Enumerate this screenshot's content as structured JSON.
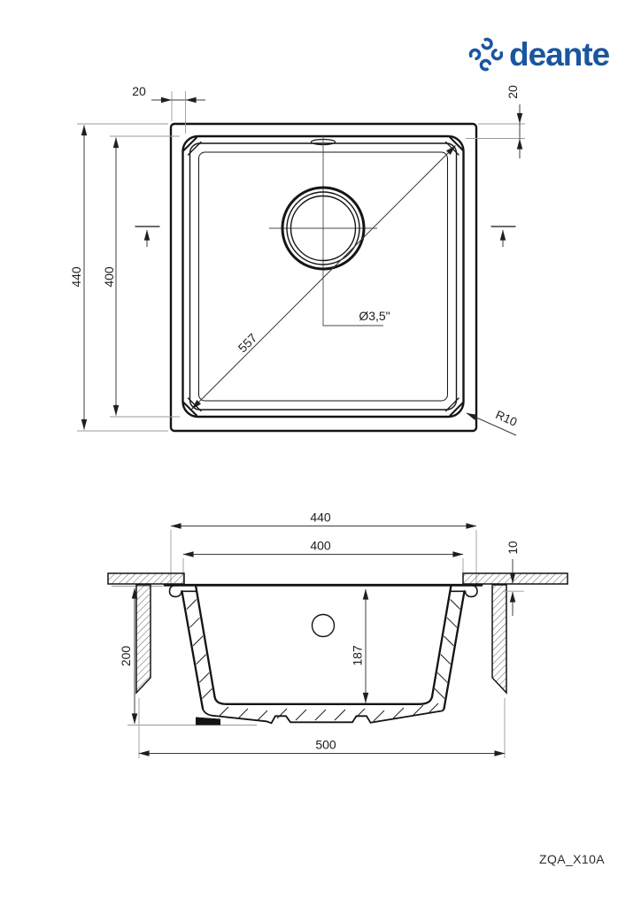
{
  "brand": {
    "name": "deante",
    "logo_blue": "#1a56a0"
  },
  "product_code": "ZQA_X10A",
  "colors": {
    "line": "#141414",
    "dimension": "#3c3c3c",
    "extension": "#9a9a9a",
    "text": "#1c1c1c"
  },
  "top_view": {
    "description": "sink plan view",
    "dim_edge_offset_top": "20",
    "dim_edge_offset_side": "20",
    "dim_outer": "440",
    "dim_bowl": "400",
    "dim_diagonal": "557",
    "label_drain": "Ø3,5\"",
    "label_corner_radius": "R10"
  },
  "section_view": {
    "description": "sink cross-section",
    "dim_outer_width": "440",
    "dim_bowl_width": "400",
    "dim_rim_lip": "10",
    "dim_total_depth": "200",
    "dim_bowl_depth": "187",
    "dim_min_cabinet": "500"
  }
}
